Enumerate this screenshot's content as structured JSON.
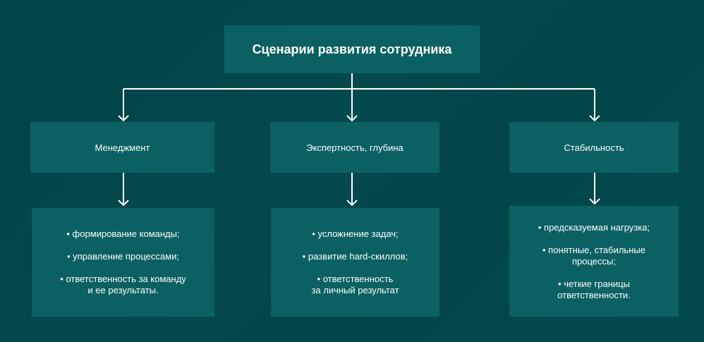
{
  "title": "Сценарии развития сотрудника",
  "branches": [
    {
      "label": "Менеджмент",
      "items": [
        "• формирование команды;",
        "• управление процессами;",
        "• ответственность за команду\nи ее результаты."
      ]
    },
    {
      "label": "Экспертность, глубина",
      "items": [
        "• усложнение задач;",
        "• развитие hard-скиллов;",
        "• ответственность\nза личный результат"
      ]
    },
    {
      "label": "Стабильность",
      "items": [
        "• предсказуемая нагрузка;",
        "• понятные, стабильные\nпроцессы;",
        "• четкие границы\nответственности."
      ]
    }
  ]
}
